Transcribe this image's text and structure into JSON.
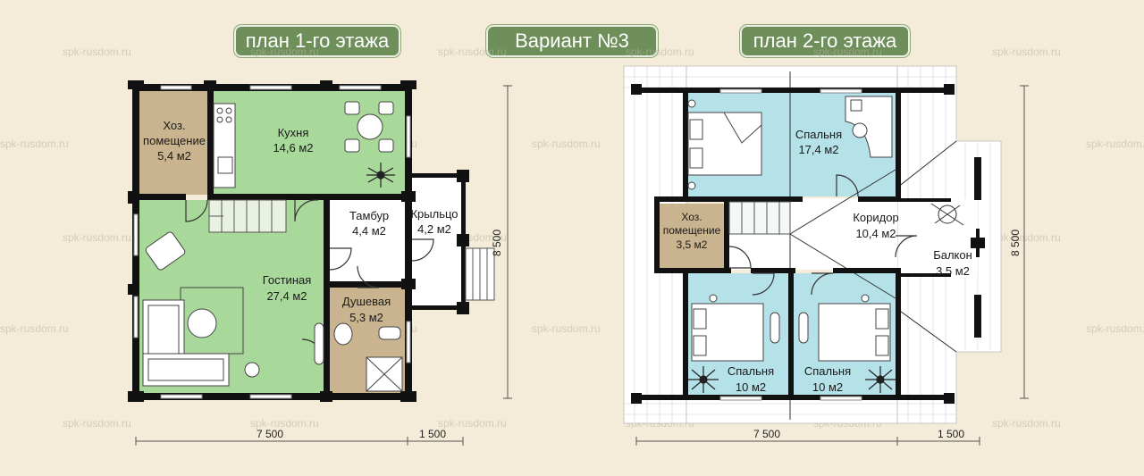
{
  "title": "Вариант №3",
  "plan1": {
    "title": "план 1-го этажа",
    "rooms": {
      "storage": {
        "name": "Хоз.",
        "name2": "помещение",
        "area": "5,4 м2"
      },
      "kitchen": {
        "name": "Кухня",
        "area": "14,6 м2"
      },
      "vestibule": {
        "name": "Тамбур",
        "area": "4,4 м2"
      },
      "porch": {
        "name": "Крыльцо",
        "area": "4,2 м2"
      },
      "living": {
        "name": "Гостиная",
        "area": "27,4 м2"
      },
      "shower": {
        "name": "Душевая",
        "area": "5,3 м2"
      }
    },
    "dims": {
      "width": "7 500",
      "porch": "1 500",
      "height": "8 500"
    }
  },
  "plan2": {
    "title": "план 2-го этажа",
    "rooms": {
      "bedroom_top": {
        "name": "Спальня",
        "area": "17,4 м2"
      },
      "storage": {
        "name": "Хоз.",
        "name2": "помещение",
        "area": "3,5 м2"
      },
      "corridor": {
        "name": "Коридор",
        "area": "10,4 м2"
      },
      "balcony": {
        "name": "Балкон",
        "area": "3,5 м2"
      },
      "bedroom_left": {
        "name": "Спальня",
        "area": "10 м2"
      },
      "bedroom_right": {
        "name": "Спальня",
        "area": "10 м2"
      }
    },
    "dims": {
      "width": "7 500",
      "balcony": "1 500",
      "height": "8 500"
    }
  },
  "watermark": "spk-rusdom.ru",
  "colors": {
    "green_room": "#a9d99a",
    "tan_room": "#c9b48f",
    "blue_room": "#b5e1e8",
    "wall": "#111111",
    "badge": "#6e8f5a",
    "background": "#f4ecd8",
    "roof": "#ffffff"
  }
}
